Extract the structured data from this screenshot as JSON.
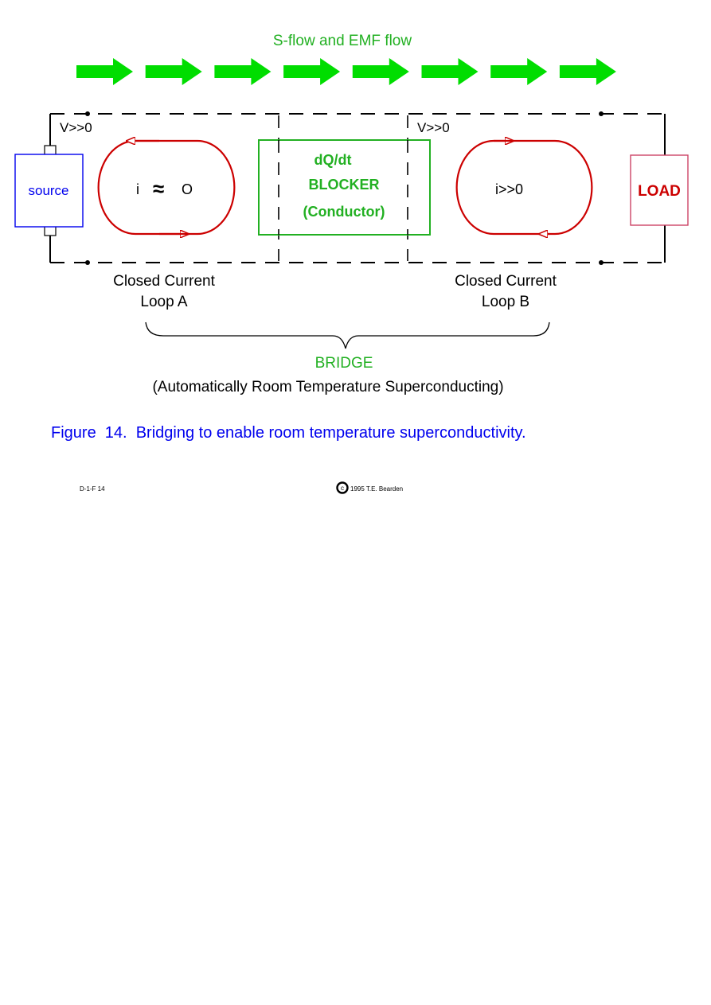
{
  "flow_title": "S-flow and EMF flow",
  "flow_arrow_count": 8,
  "voltage_left": "V>>0",
  "voltage_right": "V>>0",
  "source_label": "source",
  "load_label": "LOAD",
  "loop_a": {
    "current": "i",
    "approx": "≈",
    "zero": "O",
    "caption_line1": "Closed Current",
    "caption_line2": "Loop A"
  },
  "loop_b": {
    "current": "i>>0",
    "caption_line1": "Closed Current",
    "caption_line2": "Loop B"
  },
  "blocker": {
    "line1": "dQ/dt",
    "line2": "BLOCKER",
    "line3": "(Conductor)"
  },
  "bridge": {
    "title": "BRIDGE",
    "subtitle": "(Automatically Room Temperature Superconducting)"
  },
  "figure_caption": "Figure  14.  Bridging to enable room temperature superconductivity.",
  "footer": {
    "code": "D-1-F 14",
    "copyright_symbol": "c",
    "copyright": "1995 T.E. Bearden"
  },
  "colors": {
    "green": "#22b022",
    "arrow_green": "#00dd00",
    "red": "#cc0000",
    "blue": "#0000ee",
    "load_border": "#cc4466"
  }
}
